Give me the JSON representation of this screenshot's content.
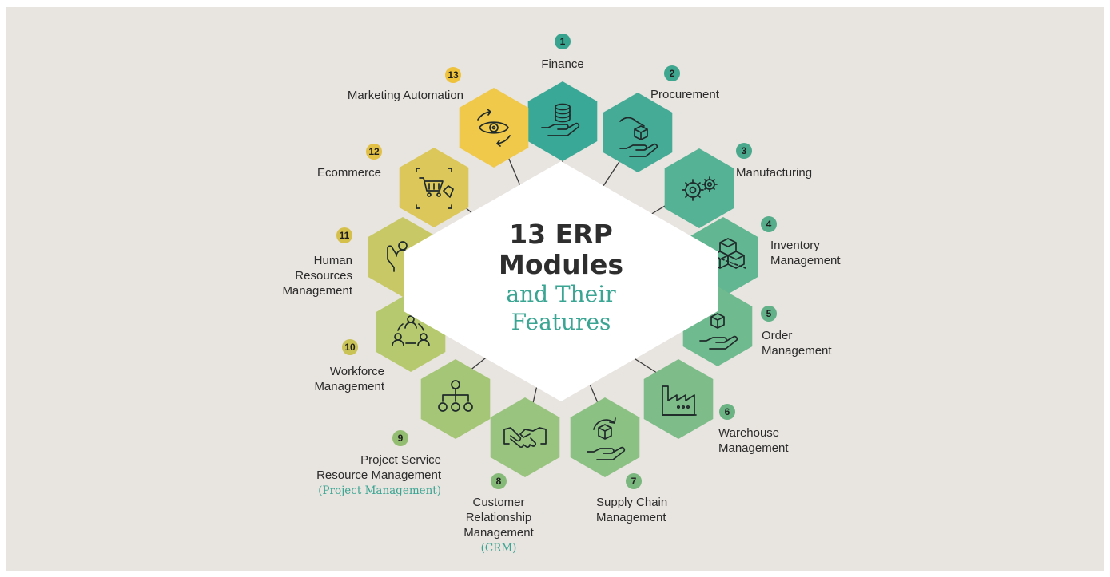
{
  "title": {
    "line1": "13 ERP",
    "line2": "Modules",
    "line3": "and Their",
    "line4": "Features"
  },
  "modules": [
    {
      "number": "1",
      "lines": [
        "Finance"
      ],
      "sub": "",
      "icon": "hand-coins-icon",
      "color": "#3aa896"
    },
    {
      "number": "2",
      "lines": [
        "Procurement"
      ],
      "sub": "",
      "icon": "hand-box-icon",
      "color": "#45ab97"
    },
    {
      "number": "3",
      "lines": [
        "Manufacturing"
      ],
      "sub": "",
      "icon": "gears-icon",
      "color": "#55b295"
    },
    {
      "number": "4",
      "lines": [
        "Inventory",
        "Management"
      ],
      "sub": "",
      "icon": "boxes-icon",
      "color": "#62b691"
    },
    {
      "number": "5",
      "lines": [
        "Order",
        "Management"
      ],
      "sub": "",
      "icon": "box-hand-icon",
      "color": "#70ba8f"
    },
    {
      "number": "6",
      "lines": [
        "Warehouse",
        "Management"
      ],
      "sub": "",
      "icon": "factory-icon",
      "color": "#7ebd8a"
    },
    {
      "number": "7",
      "lines": [
        "Supply Chain",
        "Management"
      ],
      "sub": "",
      "icon": "box-cycle-hand-icon",
      "color": "#8cc184"
    },
    {
      "number": "8",
      "lines": [
        "Customer",
        "Relationship",
        "Management"
      ],
      "sub": "(CRM)",
      "icon": "handshake-icon",
      "color": "#99c47f"
    },
    {
      "number": "9",
      "lines": [
        "Project Service",
        "Resource Management"
      ],
      "sub": "(Project Management)",
      "icon": "org-chart-icon",
      "color": "#a6c677"
    },
    {
      "number": "10",
      "lines": [
        "Workforce",
        "Management"
      ],
      "sub": "",
      "icon": "team-cycle-icon",
      "color": "#b7c96e"
    },
    {
      "number": "11",
      "lines": [
        "Human",
        "Resources",
        "Management"
      ],
      "sub": "",
      "icon": "person-hands-icon",
      "color": "#c8c966"
    },
    {
      "number": "12",
      "lines": [
        "Ecommerce"
      ],
      "sub": "",
      "icon": "cart-icon",
      "color": "#dcc75a"
    },
    {
      "number": "13",
      "lines": [
        "Marketing Automation"
      ],
      "sub": "",
      "icon": "eye-cycle-icon",
      "color": "#f0c84a"
    }
  ]
}
